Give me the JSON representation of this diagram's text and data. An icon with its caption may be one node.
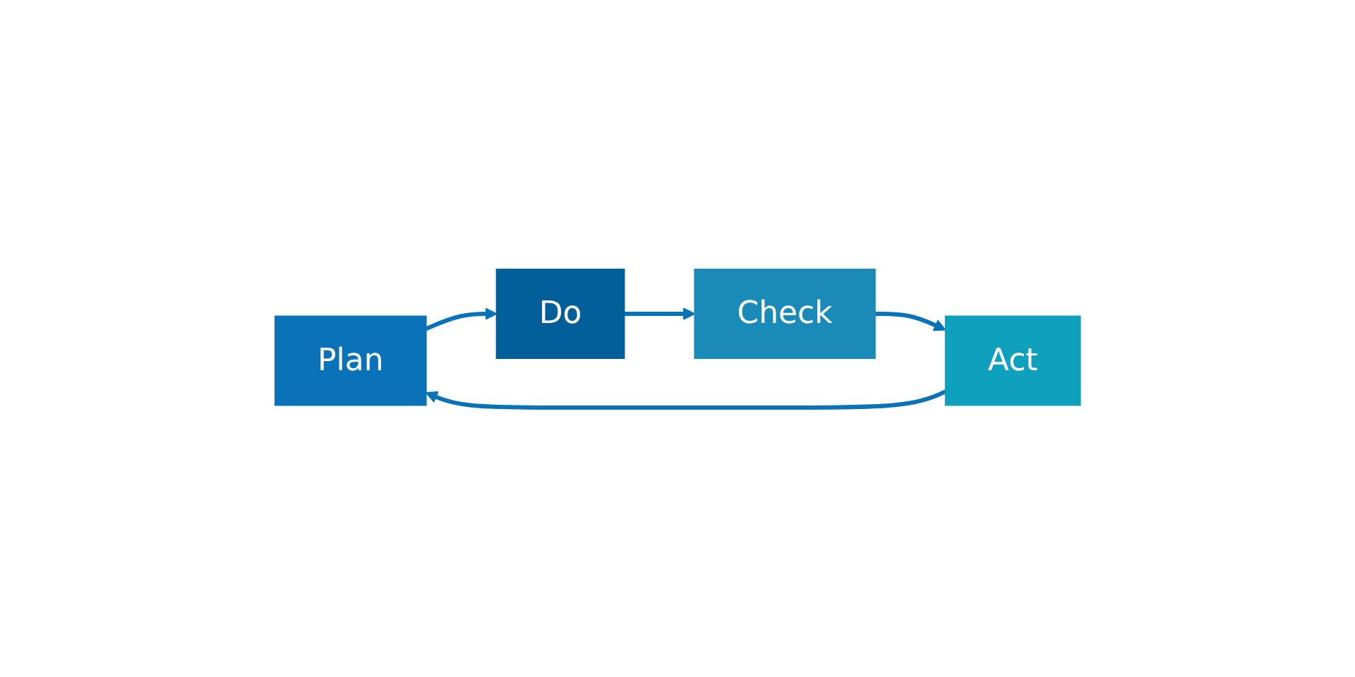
{
  "diagram": {
    "nodes": [
      {
        "text": [
          "Plan"
        ]
      },
      {
        "text": [
          "Do"
        ]
      },
      {
        "text": [
          "Check"
        ]
      },
      {
        "text": [
          "Act"
        ]
      }
    ],
    "edges": [
      {
        "from": 0,
        "to": 1,
        "arrow": "to"
      },
      {
        "from": 1,
        "to": 2,
        "arrow": "to"
      },
      {
        "from": 2,
        "to": 3,
        "arrow": "to"
      },
      {
        "from": 3,
        "to": 0,
        "arrow": "to"
      }
    ]
  }
}
